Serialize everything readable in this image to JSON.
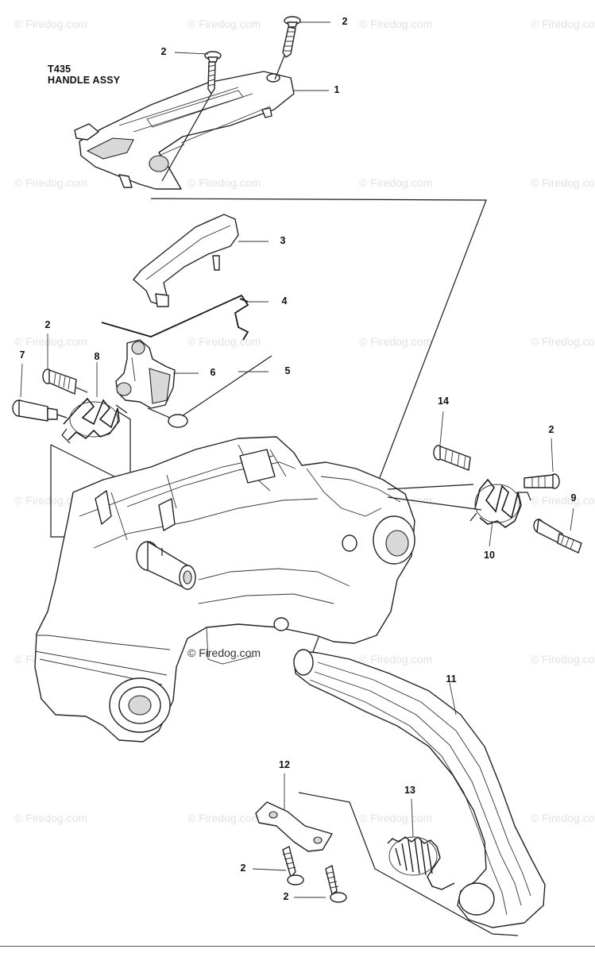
{
  "diagram": {
    "title_line1": "T435",
    "title_line2": "HANDLE ASSY",
    "watermark_text": "© Firedog.com",
    "center_watermark_text": "© Firedog.com",
    "callouts": [
      {
        "id": "c-2a",
        "label": "2"
      },
      {
        "id": "c-2b",
        "label": "2"
      },
      {
        "id": "c-1",
        "label": "1"
      },
      {
        "id": "c-3",
        "label": "3"
      },
      {
        "id": "c-4",
        "label": "4"
      },
      {
        "id": "c-2c",
        "label": "2"
      },
      {
        "id": "c-7",
        "label": "7"
      },
      {
        "id": "c-8",
        "label": "8"
      },
      {
        "id": "c-6",
        "label": "6"
      },
      {
        "id": "c-5",
        "label": "5"
      },
      {
        "id": "c-14",
        "label": "14"
      },
      {
        "id": "c-2d",
        "label": "2"
      },
      {
        "id": "c-9",
        "label": "9"
      },
      {
        "id": "c-10",
        "label": "10"
      },
      {
        "id": "c-11",
        "label": "11"
      },
      {
        "id": "c-12",
        "label": "12"
      },
      {
        "id": "c-13",
        "label": "13"
      },
      {
        "id": "c-2e",
        "label": "2"
      },
      {
        "id": "c-2f",
        "label": "2"
      }
    ],
    "parts": [
      {
        "number": "1",
        "name": "top-handle-cover-icon"
      },
      {
        "number": "2",
        "name": "screw-icon"
      },
      {
        "number": "3",
        "name": "throttle-lockout-icon"
      },
      {
        "number": "4",
        "name": "wire-spring-icon"
      },
      {
        "number": "5",
        "name": "pin-icon"
      },
      {
        "number": "6",
        "name": "throttle-trigger-icon"
      },
      {
        "number": "7",
        "name": "shoulder-bolt-icon"
      },
      {
        "number": "8",
        "name": "torsion-spring-icon"
      },
      {
        "number": "9",
        "name": "shoulder-bolt-icon"
      },
      {
        "number": "10",
        "name": "torsion-spring-icon"
      },
      {
        "number": "11",
        "name": "front-handle-icon"
      },
      {
        "number": "12",
        "name": "bracket-icon"
      },
      {
        "number": "13",
        "name": "extension-spring-icon"
      },
      {
        "number": "14",
        "name": "screw-icon"
      }
    ]
  }
}
